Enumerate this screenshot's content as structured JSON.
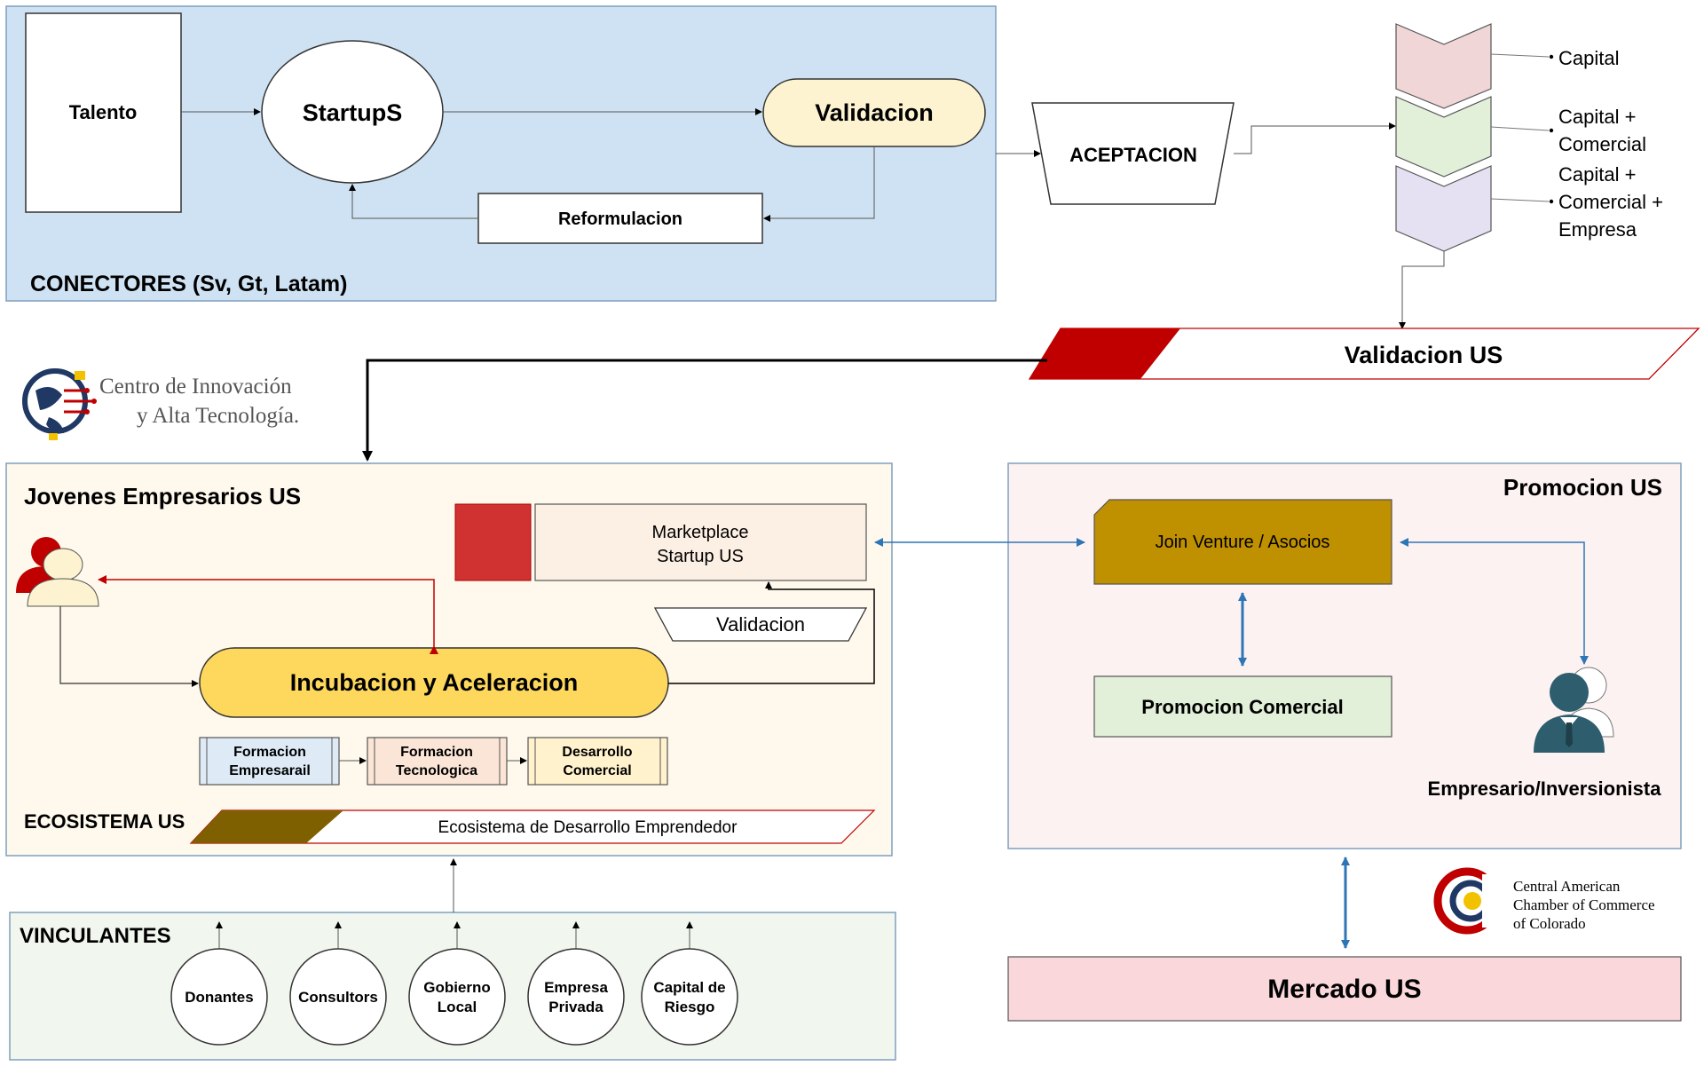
{
  "conectores": {
    "label": "CONECTORES (Sv, Gt, Latam)",
    "talento": "Talento",
    "startups": "StartupS",
    "validacion": "Validacion",
    "reformulacion": "Reformulacion"
  },
  "aceptacion": "ACEPTACION",
  "capital_options": [
    "Capital",
    "Capital +",
    "Comercial",
    "Capital +",
    "Comercial +",
    "Empresa"
  ],
  "validacion_us": "Validacion US",
  "logo_cit": {
    "line1": "Centro de Innovación",
    "line2": "y Alta Tecnología."
  },
  "jovenes": {
    "title": "Jovenes Empresarios US",
    "marketplace_line1": "Marketplace",
    "marketplace_line2": "Startup US",
    "validacion": "Validacion",
    "incubacion": "Incubacion y Aceleracion",
    "steps": [
      {
        "line1": "Formacion",
        "line2": "Empresarail"
      },
      {
        "line1": "Formacion",
        "line2": "Tecnologica"
      },
      {
        "line1": "Desarrollo",
        "line2": "Comercial"
      }
    ],
    "ecosistema_label": "ECOSISTEMA US",
    "ecosistema_banner": "Ecosistema de Desarrollo Emprendedor"
  },
  "promocion": {
    "title": "Promocion US",
    "join_venture": "Join Venture / Asocios",
    "promocion_comercial": "Promocion Comercial",
    "empresario": "Empresario/Inversionista"
  },
  "vinculantes": {
    "title": "VINCULANTES",
    "items": [
      {
        "line1": "Donantes",
        "line2": ""
      },
      {
        "line1": "Consultors",
        "line2": ""
      },
      {
        "line1": "Gobierno",
        "line2": "Local"
      },
      {
        "line1": "Empresa",
        "line2": "Privada"
      },
      {
        "line1": "Capital de",
        "line2": "Riesgo"
      }
    ]
  },
  "chamber": {
    "line1": "Central American",
    "line2": "Chamber of Commerce",
    "line3": "of Colorado"
  },
  "mercado": "Mercado US",
  "colors": {
    "conectores_bg": "#cfe2f3",
    "validacion_fill": "#fdf3d0",
    "jovenes_bg": "#fef9ec",
    "promocion_bg": "#fdf2f2",
    "vinculantes_bg": "#f1f7ee",
    "mercado_bg": "#f9d7db",
    "incubacion_fill": "#fdd85d",
    "join_fill": "#bf9000",
    "red_accent": "#c00000",
    "blue_arrow": "#2e75b6"
  }
}
